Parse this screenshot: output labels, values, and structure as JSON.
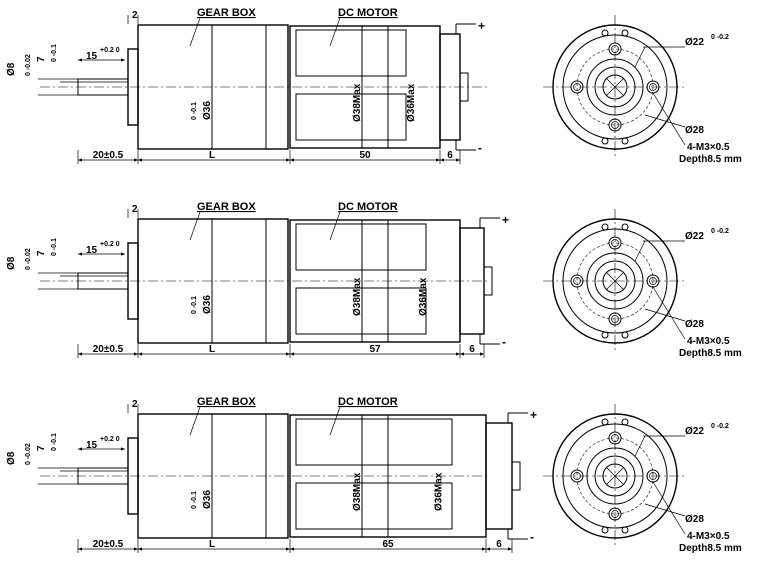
{
  "drawings": [
    {
      "gear_box_label": "GEAR BOX",
      "dc_motor_label": "DC MOTOR",
      "dim_flange": "2",
      "dim_shaft_dia": "Ø8",
      "dim_shaft_dia_tol": "0 -0.02",
      "dim_flat": "7",
      "dim_flat_tol": "0 -0.1",
      "dim_flat_len": "15",
      "dim_flat_len_tol": "+0.2 0",
      "dim_gearbox_dia": "Ø36",
      "dim_gearbox_dia_tol": "0 -0.1",
      "dim_motor_dia": "Ø38Max",
      "dim_endcap_dia": "Ø36Max",
      "dim_shaft_len": "20±0.5",
      "dim_gearbox_len": "L",
      "dim_motor_len": "50",
      "dim_endcap_len": "6",
      "terminal_plus": "+",
      "terminal_minus": "-",
      "front_pilot": "Ø22",
      "front_pilot_tol": "0 -0.2",
      "front_pcd": "Ø28",
      "front_holes": "4-M3×0.5",
      "front_depth": "Depth8.5 mm"
    },
    {
      "gear_box_label": "GEAR BOX",
      "dc_motor_label": "DC MOTOR",
      "dim_flange": "2",
      "dim_shaft_dia": "Ø8",
      "dim_shaft_dia_tol": "0 -0.02",
      "dim_flat": "7",
      "dim_flat_tol": "0 -0.1",
      "dim_flat_len": "15",
      "dim_flat_len_tol": "+0.2 0",
      "dim_gearbox_dia": "Ø36",
      "dim_gearbox_dia_tol": "0 -0.1",
      "dim_motor_dia": "Ø38Max",
      "dim_endcap_dia": "Ø36Max",
      "dim_shaft_len": "20±0.5",
      "dim_gearbox_len": "L",
      "dim_motor_len": "57",
      "dim_endcap_len": "6",
      "terminal_plus": "+",
      "terminal_minus": "-",
      "front_pilot": "Ø22",
      "front_pilot_tol": "0 -0.2",
      "front_pcd": "Ø28",
      "front_holes": "4-M3×0.5",
      "front_depth": "Depth8.5 mm"
    },
    {
      "gear_box_label": "GEAR BOX",
      "dc_motor_label": "DC MOTOR",
      "dim_flange": "2",
      "dim_shaft_dia": "Ø8",
      "dim_shaft_dia_tol": "0 -0.02",
      "dim_flat": "7",
      "dim_flat_tol": "0 -0.1",
      "dim_flat_len": "15",
      "dim_flat_len_tol": "+0.2 0",
      "dim_gearbox_dia": "Ø36",
      "dim_gearbox_dia_tol": "0 -0.1",
      "dim_motor_dia": "Ø38Max",
      "dim_endcap_dia": "Ø36Max",
      "dim_shaft_len": "20±0.5",
      "dim_gearbox_len": "L",
      "dim_motor_len": "65",
      "dim_endcap_len": "6",
      "terminal_plus": "+",
      "terminal_minus": "-",
      "front_pilot": "Ø22",
      "front_pilot_tol": "0 -0.2",
      "front_pcd": "Ø28",
      "front_holes": "4-M3×0.5",
      "front_depth": "Depth8.5 mm"
    }
  ]
}
